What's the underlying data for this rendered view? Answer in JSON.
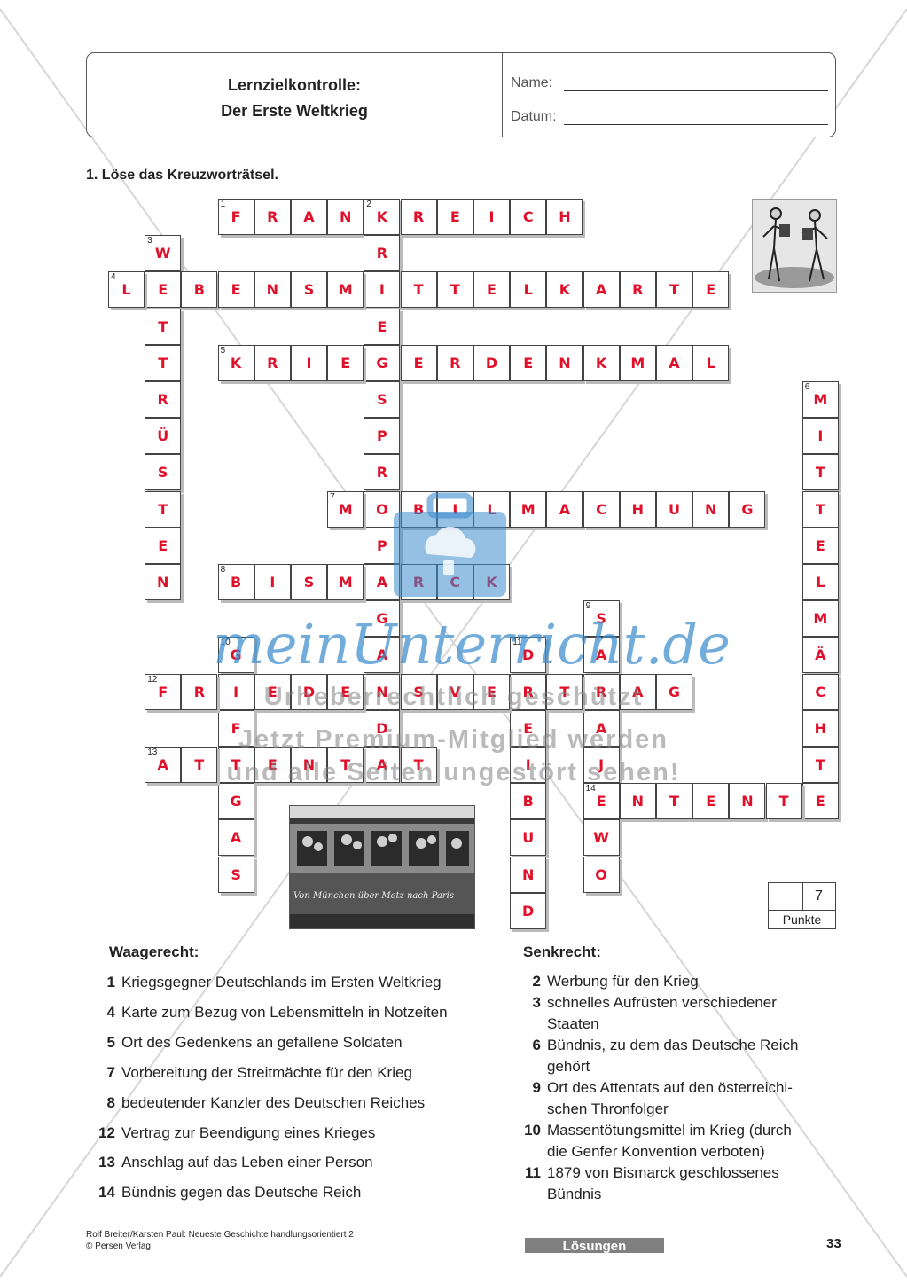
{
  "header": {
    "title_line1": "Lernzielkontrolle:",
    "title_line2": "Der Erste Weltkrieg",
    "name_label": "Name:",
    "date_label": "Datum:"
  },
  "task": "1. Löse das Kreuzworträtsel.",
  "crossword_entries": [
    {
      "number": "1",
      "word": "FRANKREICH",
      "direction": "across"
    },
    {
      "number": "2",
      "word": "KRIEGSPROPAGANDA",
      "direction": "down"
    },
    {
      "number": "3",
      "word": "WETTRÜSTEN",
      "direction": "down"
    },
    {
      "number": "4",
      "word": "LEBENSMITTELKARTE",
      "direction": "across"
    },
    {
      "number": "5",
      "word": "KRIEGERDENKMAL",
      "direction": "across"
    },
    {
      "number": "6",
      "word": "MITTELMÄCHTE",
      "direction": "down"
    },
    {
      "number": "7",
      "word": "MOBILMACHUNG",
      "direction": "across"
    },
    {
      "number": "8",
      "word": "BISMARCK",
      "direction": "across"
    },
    {
      "number": "9",
      "word": "SARAJEWO",
      "direction": "down"
    },
    {
      "number": "10",
      "word": "GIFTGAS",
      "direction": "down"
    },
    {
      "number": "11",
      "word": "DREIBUND",
      "direction": "down"
    },
    {
      "number": "12",
      "word": "FRIEDENSVERTRAG",
      "direction": "across"
    },
    {
      "number": "13",
      "word": "ATTENTAT",
      "direction": "across"
    },
    {
      "number": "14",
      "word": "ENTENTE",
      "direction": "across"
    }
  ],
  "points": {
    "value": "7",
    "label": "Punkte"
  },
  "clues_across": {
    "heading": "Waagerecht:",
    "items": [
      {
        "n": "1",
        "text": "Kriegsgegner Deutschlands im Ersten Weltkrieg"
      },
      {
        "n": "4",
        "text": "Karte zum Bezug von Lebensmitteln in Notzeiten"
      },
      {
        "n": "5",
        "text": "Ort des Gedenkens an gefallene Soldaten"
      },
      {
        "n": "7",
        "text": "Vorbereitung der Streitmächte für den Krieg"
      },
      {
        "n": "8",
        "text": "bedeutender Kanzler des Deutschen Reiches"
      },
      {
        "n": "12",
        "text": "Vertrag zur Beendigung eines Krieges"
      },
      {
        "n": "13",
        "text": "Anschlag auf das Leben einer Person"
      },
      {
        "n": "14",
        "text": "Bündnis gegen das Deutsche Reich"
      }
    ]
  },
  "clues_down": {
    "heading": "Senkrecht:",
    "items": [
      {
        "n": "2",
        "lines": [
          "Werbung für den Krieg"
        ]
      },
      {
        "n": "3",
        "lines": [
          "schnelles Aufrüsten verschiedener",
          "Staaten"
        ]
      },
      {
        "n": "6",
        "lines": [
          "Bündnis, zu dem das Deutsche Reich",
          "gehört"
        ]
      },
      {
        "n": "9",
        "lines": [
          "Ort des Attentats auf den österreichi-",
          "schen Thronfolger"
        ]
      },
      {
        "n": "10",
        "lines": [
          "Massentötungsmittel im Krieg (durch",
          "die Genfer Konvention verboten)"
        ]
      },
      {
        "n": "11",
        "lines": [
          "1879 von Bismarck geschlossenes",
          "Bündnis"
        ]
      }
    ]
  },
  "train_caption": "Von München über Metz nach Paris",
  "footer": {
    "line1": "Rolf Breiter/Karsten Paul: Neueste Geschichte handlungsorientiert 2",
    "line2": "© Persen Verlag",
    "solutions": "Lösungen",
    "page": "33"
  },
  "watermark": {
    "brand": "meinUnterricht.de",
    "line1": "Urheberrechtlich geschützt",
    "line2": "Jetzt Premium-Mitglied werden",
    "line3": "und alle Seiten ungestört sehen!"
  }
}
